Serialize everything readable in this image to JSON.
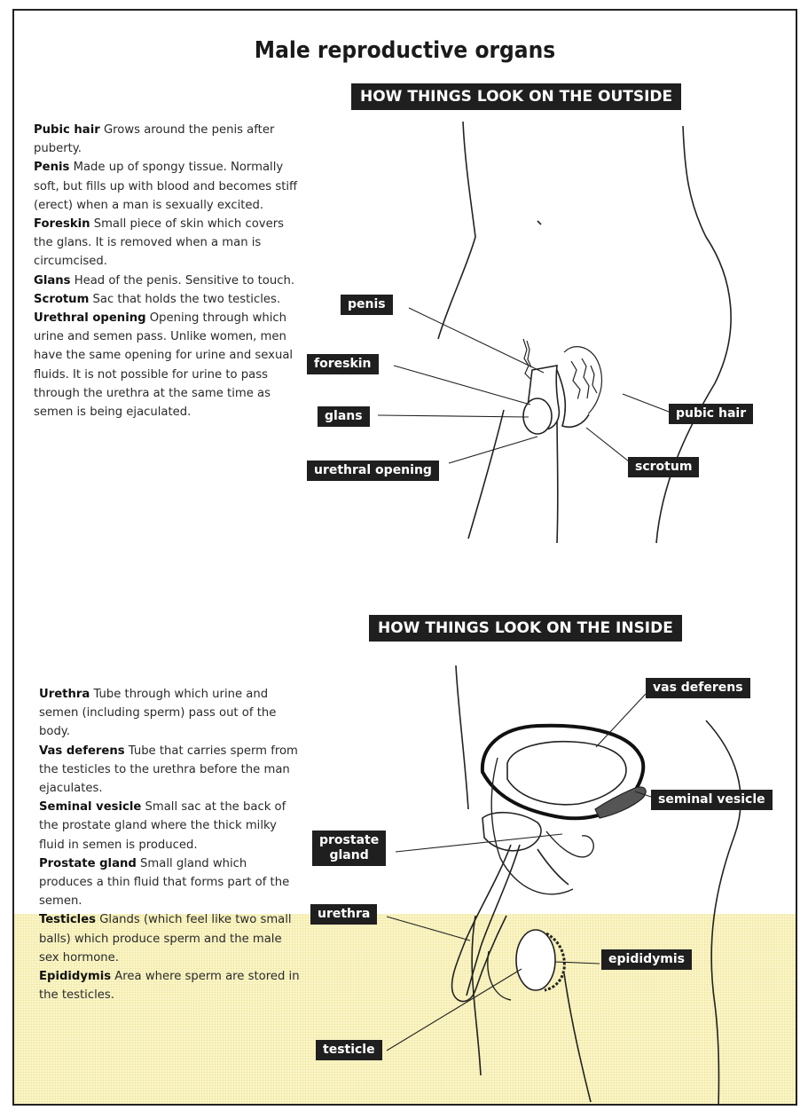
{
  "title": "Male reproductive organs",
  "outside": {
    "banner": "HOW THINGS LOOK ON THE OUTSIDE",
    "items": [
      {
        "term": "Pubic hair",
        "text": "Grows around the penis after puberty."
      },
      {
        "term": "Penis",
        "text": "Made up of spongy tissue. Normally soft, but fills up with blood and becomes stiff (erect) when a man is sexually excited."
      },
      {
        "term": "Foreskin",
        "text": "Small piece of skin which covers the glans. It is removed when a man is circumcised."
      },
      {
        "term": "Glans",
        "text": "Head of the penis. Sensitive to touch."
      },
      {
        "term": "Scrotum",
        "text": "Sac that holds the two testicles."
      },
      {
        "term": "Urethral opening",
        "text": "Opening through which urine and semen pass. Unlike women, men have the same opening for urine and sexual fluids. It is not possible for urine to pass through the urethra at the same time as semen is being ejaculated."
      }
    ],
    "labels": {
      "penis": "penis",
      "foreskin": "foreskin",
      "glans": "glans",
      "urethral_opening": "urethral opening",
      "pubic_hair": "pubic hair",
      "scrotum": "scrotum"
    }
  },
  "inside": {
    "banner": "HOW THINGS LOOK ON THE INSIDE",
    "items": [
      {
        "term": "Urethra",
        "text": "Tube through which urine and semen (including sperm) pass out of the body."
      },
      {
        "term": "Vas deferens",
        "text": "Tube that carries sperm from the testicles to the urethra before the man ejaculates."
      },
      {
        "term": "Seminal vesicle",
        "text": "Small sac at the back of the prostate gland where the thick milky fluid in semen is produced."
      },
      {
        "term": "Prostate gland",
        "text": "Small gland which produces a thin fluid that forms part of the semen."
      },
      {
        "term": "Testicles",
        "text": "Glands (which feel like two small balls) which produce sperm and the male sex hormone."
      },
      {
        "term": "Epididymis",
        "text": "Area where sperm are stored in the testicles."
      }
    ],
    "labels": {
      "vas_deferens": "vas deferens",
      "seminal_vesicle": "seminal vesicle",
      "prostate_gland_1": "prostate",
      "prostate_gland_2": "gland",
      "urethra": "urethra",
      "epididymis": "epididymis",
      "testicle": "testicle"
    }
  },
  "colors": {
    "label_bg": "#1f1f1f",
    "highlight": "#fbf6c8"
  }
}
